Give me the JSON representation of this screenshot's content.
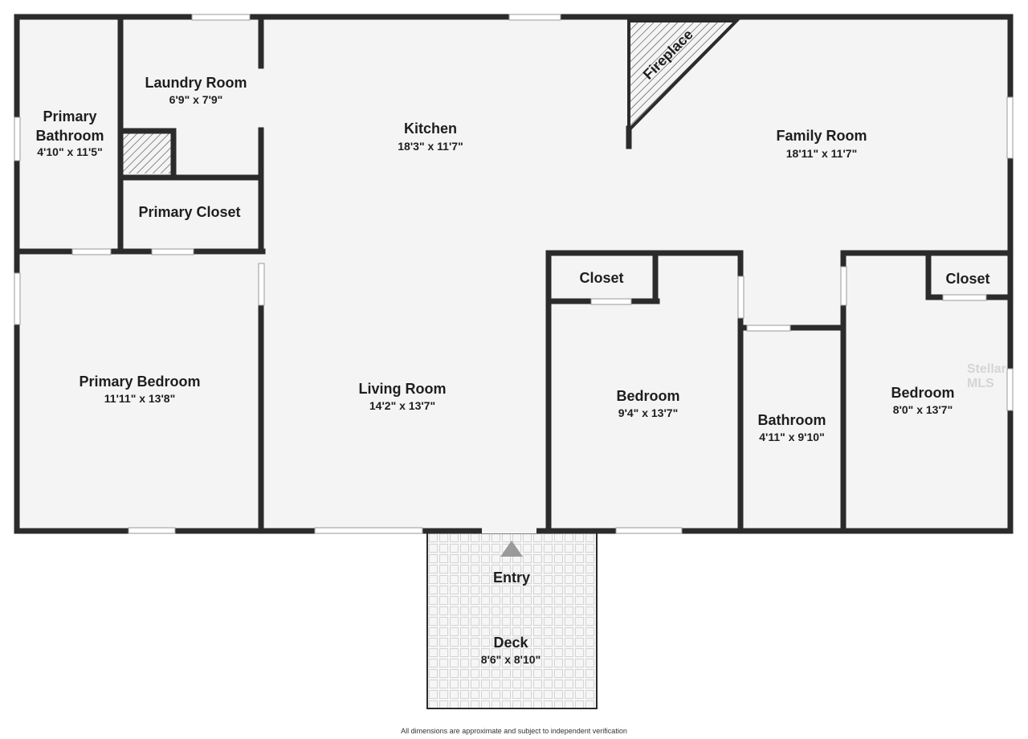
{
  "rooms": {
    "primary_bathroom": {
      "name_line1": "Primary",
      "name_line2": "Bathroom",
      "dims": "4'10\" x 11'5\""
    },
    "laundry_room": {
      "name": "Laundry Room",
      "dims": "6'9\" x 7'9\""
    },
    "primary_closet": {
      "name": "Primary Closet"
    },
    "kitchen": {
      "name": "Kitchen",
      "dims": "18'3\" x 11'7\""
    },
    "fireplace": {
      "name": "Fireplace"
    },
    "family_room": {
      "name": "Family Room",
      "dims": "18'11\" x 11'7\""
    },
    "primary_bedroom": {
      "name": "Primary Bedroom",
      "dims": "11'11\" x 13'8\""
    },
    "living_room": {
      "name": "Living Room",
      "dims": "14'2\" x 13'7\""
    },
    "closet_1": {
      "name": "Closet"
    },
    "bedroom_1": {
      "name": "Bedroom",
      "dims": "9'4\" x 13'7\""
    },
    "bathroom": {
      "name": "Bathroom",
      "dims": "4'11\" x 9'10\""
    },
    "closet_2": {
      "name": "Closet"
    },
    "bedroom_2": {
      "name": "Bedroom",
      "dims": "8'0\" x 13'7\""
    },
    "entry": {
      "name": "Entry"
    },
    "deck": {
      "name": "Deck",
      "dims": "8'6\" x 8'10\""
    }
  },
  "watermark": "Stellar MLS",
  "disclaimer": "All dimensions are approximate and subject to independent verification",
  "colors": {
    "wall": "#2b2b2b",
    "floor": "#f4f4f4",
    "window": "#ffffff",
    "deck_tile": "#dcdcdc",
    "entry_marker": "#9a9a9a"
  }
}
